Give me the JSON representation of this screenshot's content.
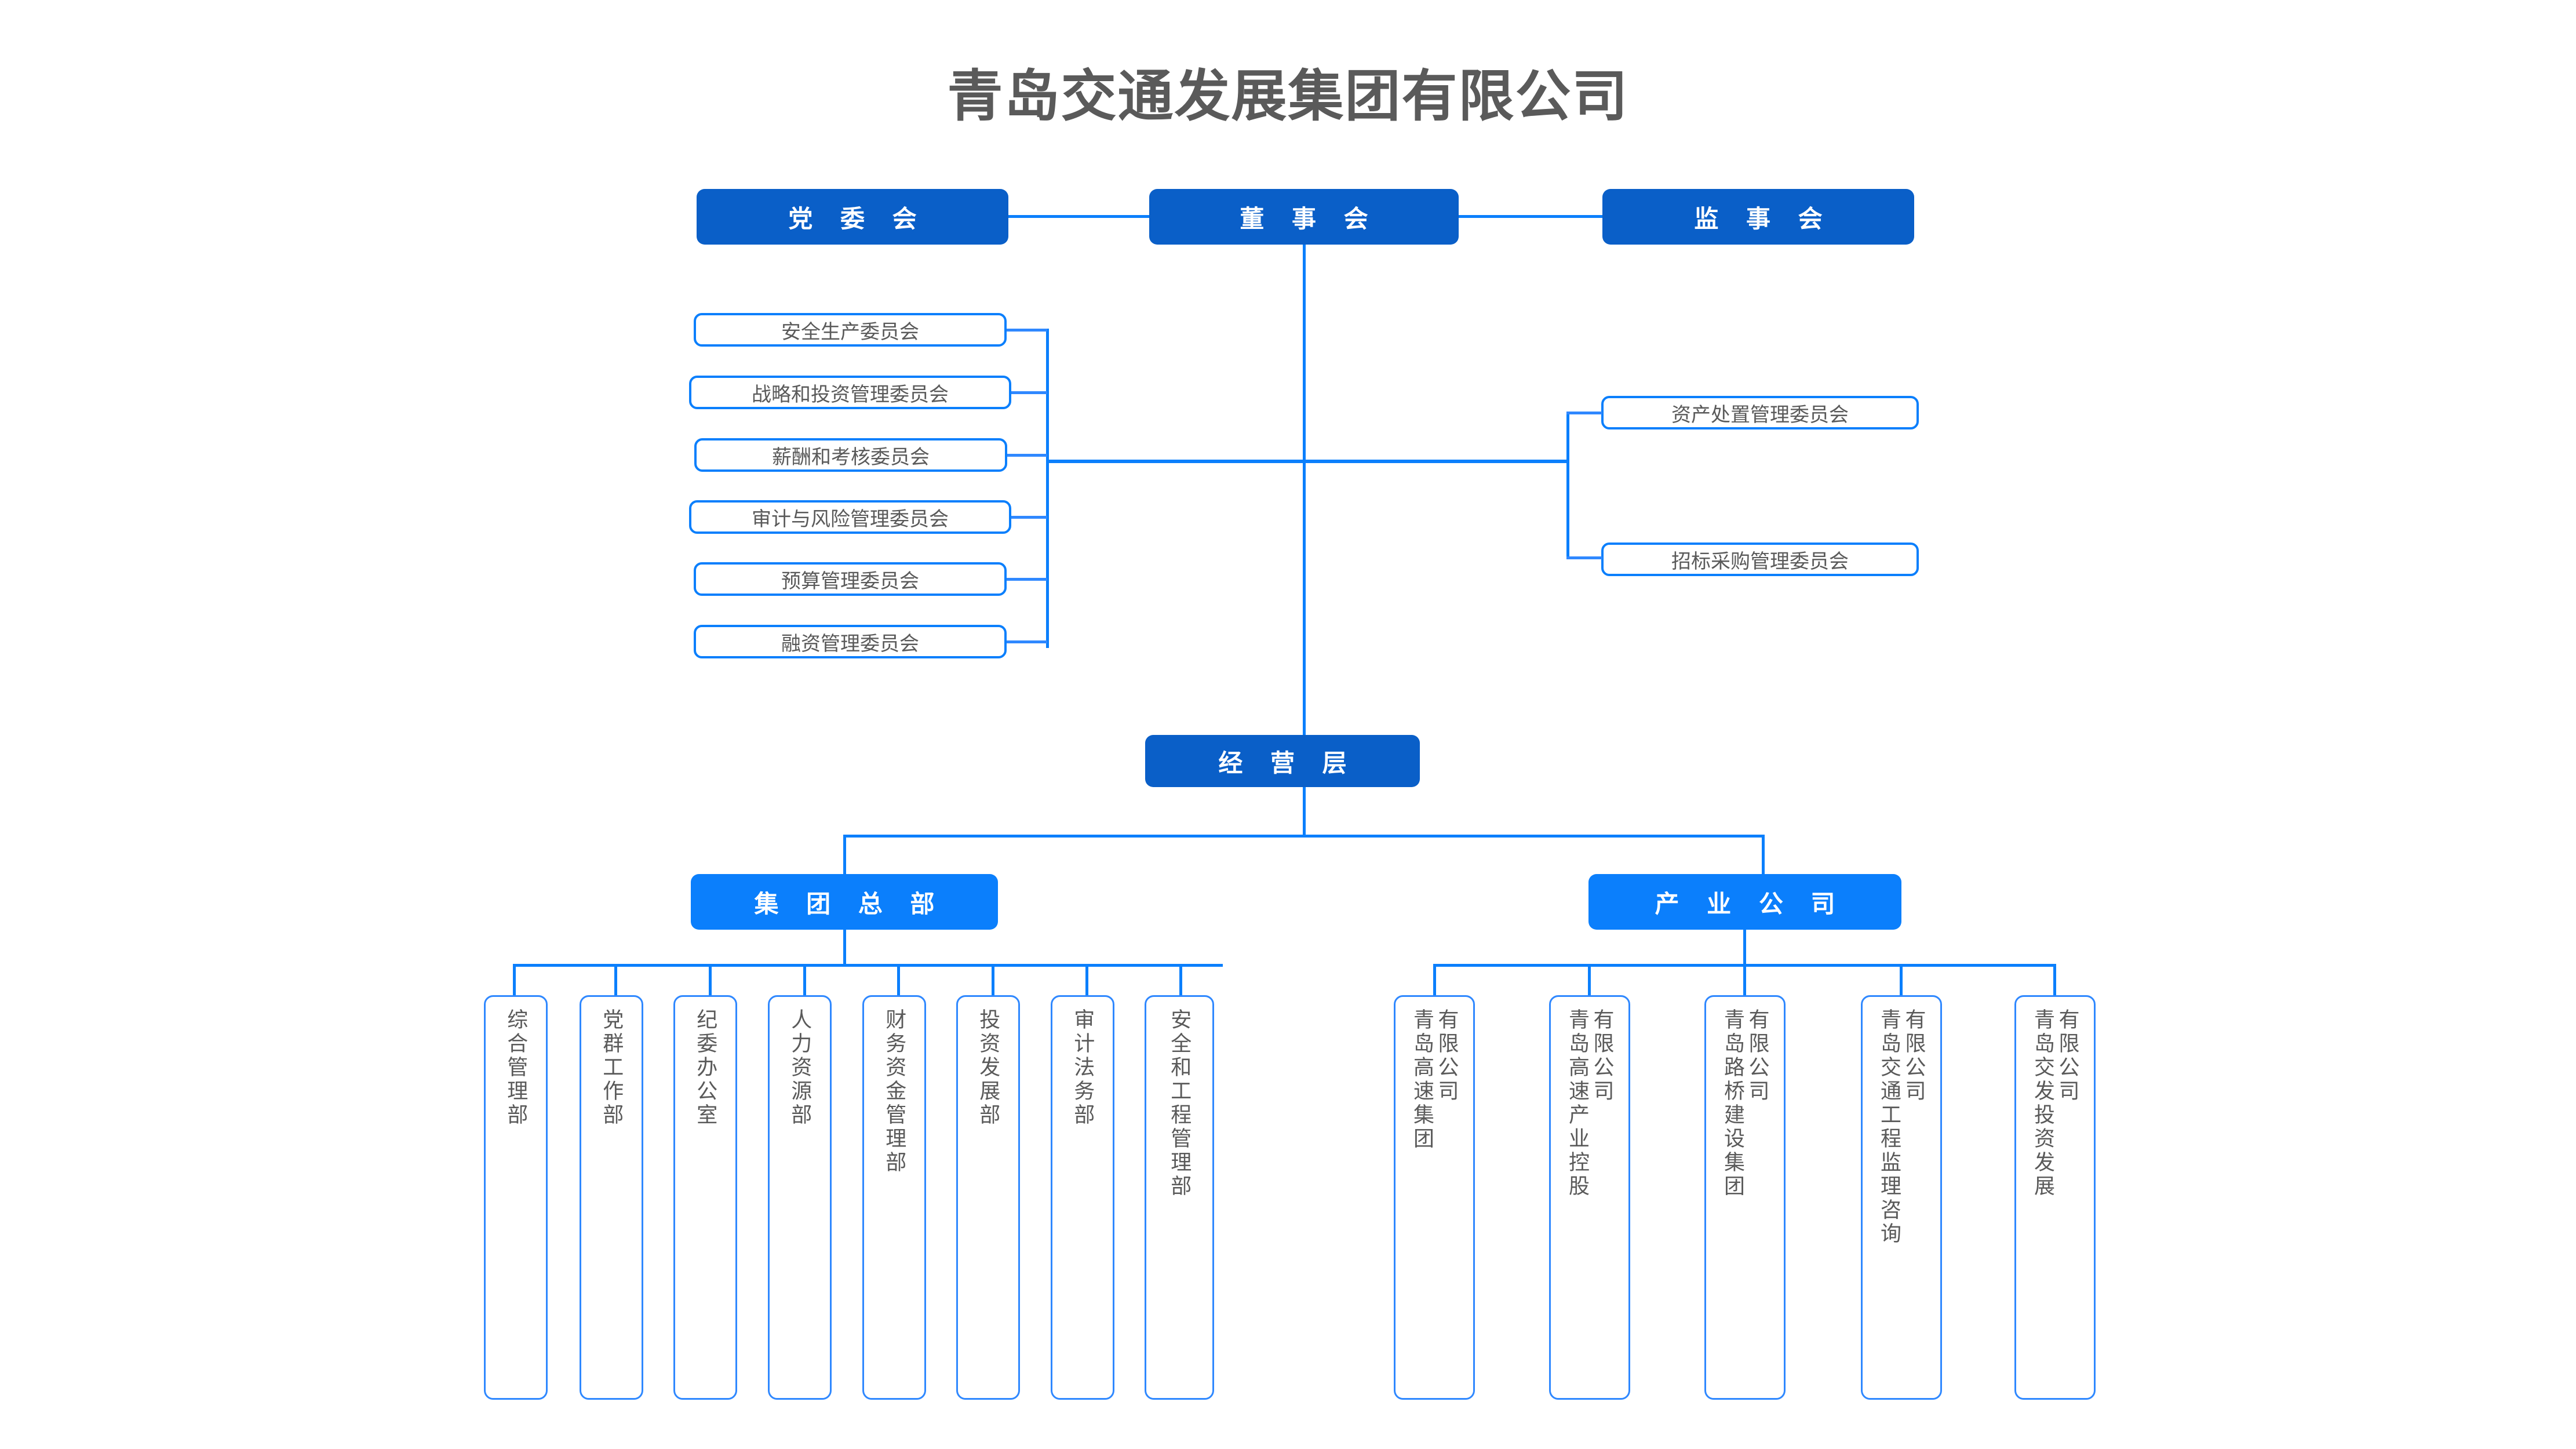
{
  "title": "青岛交通发展集团有限公司",
  "colors": {
    "dark_blue": "#0a5fc8",
    "bright_blue": "#0b7ffc",
    "line_blue": "#2f88ff",
    "text_gray": "#5a5a5a",
    "title_gray": "#5a5a5a",
    "background": "#ffffff"
  },
  "top_level": {
    "party_committee": "党 委 会",
    "board_of_directors": "董 事 会",
    "board_of_supervisors": "监 事 会"
  },
  "management_layer": "经 营 层",
  "divisions": {
    "group_headquarters": "集 团 总 部",
    "industry_companies": "产 业 公 司"
  },
  "left_committees": [
    {
      "label": "安全生产委员会"
    },
    {
      "label": "战略和投资管理委员会"
    },
    {
      "label": "薪酬和考核委员会"
    },
    {
      "label": "审计与风险管理委员会"
    },
    {
      "label": "预算管理委员会"
    },
    {
      "label": "融资管理委员会"
    }
  ],
  "right_committees": [
    {
      "label": "资产处置管理委员会"
    },
    {
      "label": "招标采购管理委员会"
    }
  ],
  "departments": [
    {
      "col_a": "综合管理部",
      "col_b": ""
    },
    {
      "col_a": "党群工作部",
      "col_b": ""
    },
    {
      "col_a": "纪委办公室",
      "col_b": ""
    },
    {
      "col_a": "人力资源部",
      "col_b": ""
    },
    {
      "col_a": "财务资金管理部",
      "col_b": ""
    },
    {
      "col_a": "投资发展部",
      "col_b": ""
    },
    {
      "col_a": "审计法务部",
      "col_b": ""
    },
    {
      "col_a": "安全和工程管理部",
      "col_b": ""
    }
  ],
  "subsidiaries": [
    {
      "col_a": "有限公司",
      "col_b": "青岛高速集团",
      "full": "青岛高速集团有限公司"
    },
    {
      "col_a": "有限公司",
      "col_b": "青岛高速产业控股",
      "full": "青岛高速产业控股有限公司"
    },
    {
      "col_a": "有限公司",
      "col_b": "青岛路桥建设集团",
      "full": "青岛路桥建设集团有限公司"
    },
    {
      "col_a": "有限公司",
      "col_b": "青岛交通工程监理咨询",
      "full": "青岛交通工程监理咨询有限公司"
    },
    {
      "col_a": "有限公司",
      "col_b": "青岛交发投资发展",
      "full": "青岛交发投资发展有限公司"
    }
  ]
}
